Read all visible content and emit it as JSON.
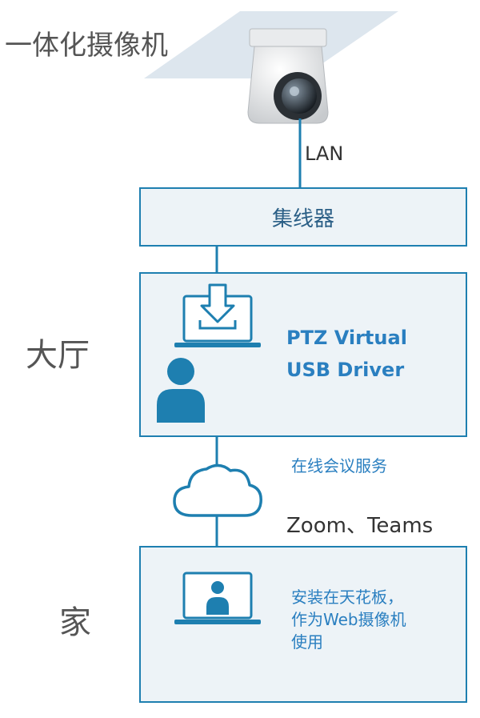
{
  "camera": {
    "label": "一体化摄像机",
    "link_label": "LAN"
  },
  "hub": {
    "label": "集线器"
  },
  "hall": {
    "side_label": "大厅",
    "driver_line1": "PTZ Virtual",
    "driver_line2": "USB Driver"
  },
  "cloud": {
    "service_label": "在线会议服务",
    "apps_label": "Zoom、Teams"
  },
  "home": {
    "side_label": "家",
    "desc_line1": "安装在天花板，",
    "desc_line2": "作为Web摄像机",
    "desc_line3": "使用"
  },
  "colors": {
    "line": "#1e7fb0",
    "box_fill": "#edf3f7",
    "accent_text": "#2a7fc0",
    "person": "#1e7fb0"
  },
  "icons": [
    "ptz-camera-icon",
    "laptop-download-icon",
    "person-icon",
    "cloud-icon",
    "laptop-person-icon"
  ]
}
